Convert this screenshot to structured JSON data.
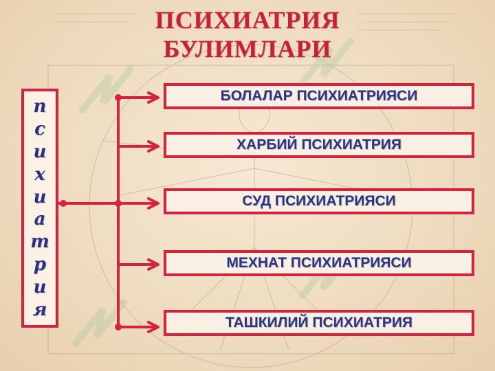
{
  "title": {
    "line1": "ПСИХИАТРИЯ",
    "line2": "БУЛИМЛАРИ"
  },
  "vertical_word": [
    "п",
    "с",
    "и",
    "х",
    "и",
    "а",
    "т",
    "р",
    "и",
    "я"
  ],
  "branches": [
    {
      "label": "БОЛАЛАР ПСИХИАТРИЯСИ"
    },
    {
      "label": "ХАРБИЙ ПСИХИАТРИЯ"
    },
    {
      "label": "СУД ПСИХИАТРИЯСИ"
    },
    {
      "label": "МЕХНАТ ПСИХИАТРИЯСИ"
    },
    {
      "label": "ТАШКИЛИЙ ПСИХИАТРИЯ"
    }
  ],
  "colors": {
    "accent_red": "#d5223e",
    "title_red": "#c8203a",
    "text_blue": "#2a3488",
    "background": "#efdcc0"
  }
}
